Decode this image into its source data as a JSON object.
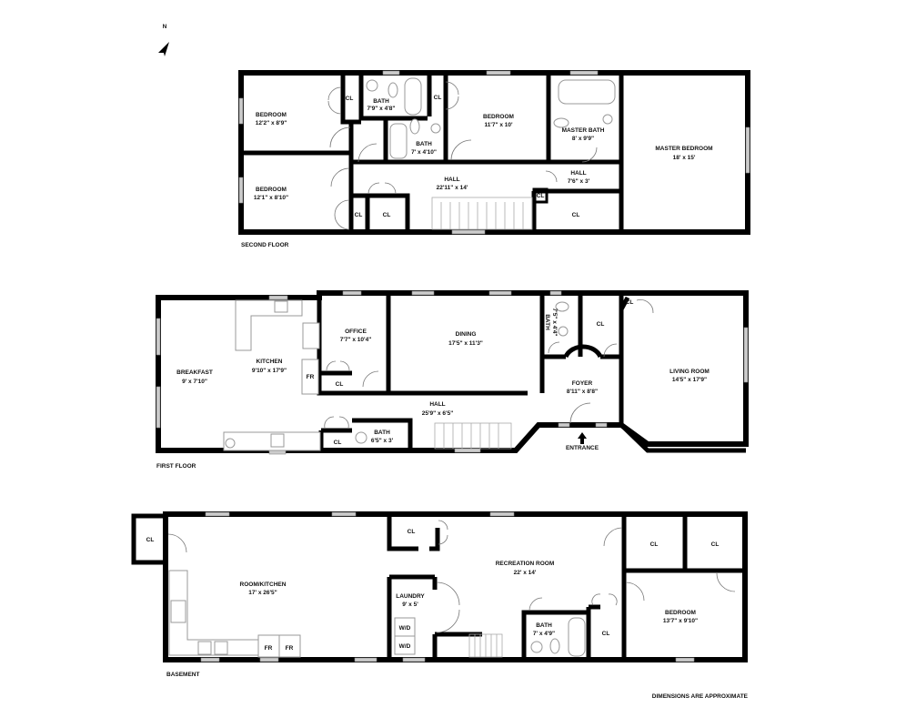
{
  "compass": {
    "label": "N"
  },
  "second_floor": {
    "label": "SECOND FLOOR",
    "bedroom_a": {
      "name": "BEDROOM",
      "dims": "12'2\" x 8'9\""
    },
    "bedroom_b": {
      "name": "BEDROOM",
      "dims": "12'1\" x 8'10\""
    },
    "bath_a": {
      "name": "BATH",
      "dims": "7'9\" x 4'8\""
    },
    "bath_b": {
      "name": "BATH",
      "dims": "7' x 4'10\""
    },
    "bedroom_c": {
      "name": "BEDROOM",
      "dims": "11'7\" x 10'"
    },
    "master_bath": {
      "name": "MASTER BATH",
      "dims": "8' x 9'9\""
    },
    "master_bedroom": {
      "name": "MASTER BEDROOM",
      "dims": "18' x 15'"
    },
    "hall": {
      "name": "HALL",
      "dims": "22'11\" x 14'"
    },
    "hall_small": {
      "name": "HALL",
      "dims": "7'6\" x 3'"
    },
    "closet_label": "CL"
  },
  "first_floor": {
    "label": "FIRST FLOOR",
    "breakfast": {
      "name": "BREAKFAST",
      "dims": "9' x 7'10\""
    },
    "kitchen": {
      "name": "KITCHEN",
      "dims": "9'10\" x 17'9\""
    },
    "office": {
      "name": "OFFICE",
      "dims": "7'7\" x 10'4\""
    },
    "dining": {
      "name": "DINING",
      "dims": "17'5\" x 11'3\""
    },
    "bath_upper": {
      "name": "BATH",
      "dims": "7'5\" x 4'4\""
    },
    "foyer": {
      "name": "FOYER",
      "dims": "8'11\" x 8'8\""
    },
    "living_room": {
      "name": "LIVING ROOM",
      "dims": "14'5\" x 17'9\""
    },
    "hall": {
      "name": "HALL",
      "dims": "25'9\" x 6'5\""
    },
    "bath_lower": {
      "name": "BATH",
      "dims": "6'5\" x 3'"
    },
    "entrance": "ENTRANCE",
    "fridge_label": "FR",
    "closet_label": "CL"
  },
  "basement": {
    "label": "BASEMENT",
    "room_kitchen": {
      "name": "ROOM/KITCHEN",
      "dims": "17' x 26'5\""
    },
    "recreation_room": {
      "name": "RECREATION ROOM",
      "dims": "22' x 14'"
    },
    "laundry": {
      "name": "LAUNDRY",
      "dims": "9' x 5'"
    },
    "bath": {
      "name": "BATH",
      "dims": "7' x 4'9\""
    },
    "bedroom": {
      "name": "BEDROOM",
      "dims": "13'7\" x 9'10\""
    },
    "washer_dryer_label": "W/D",
    "fridge_label": "FR",
    "closet_label": "CL"
  },
  "disclaimer": "DIMENSIONS ARE APPROXIMATE"
}
